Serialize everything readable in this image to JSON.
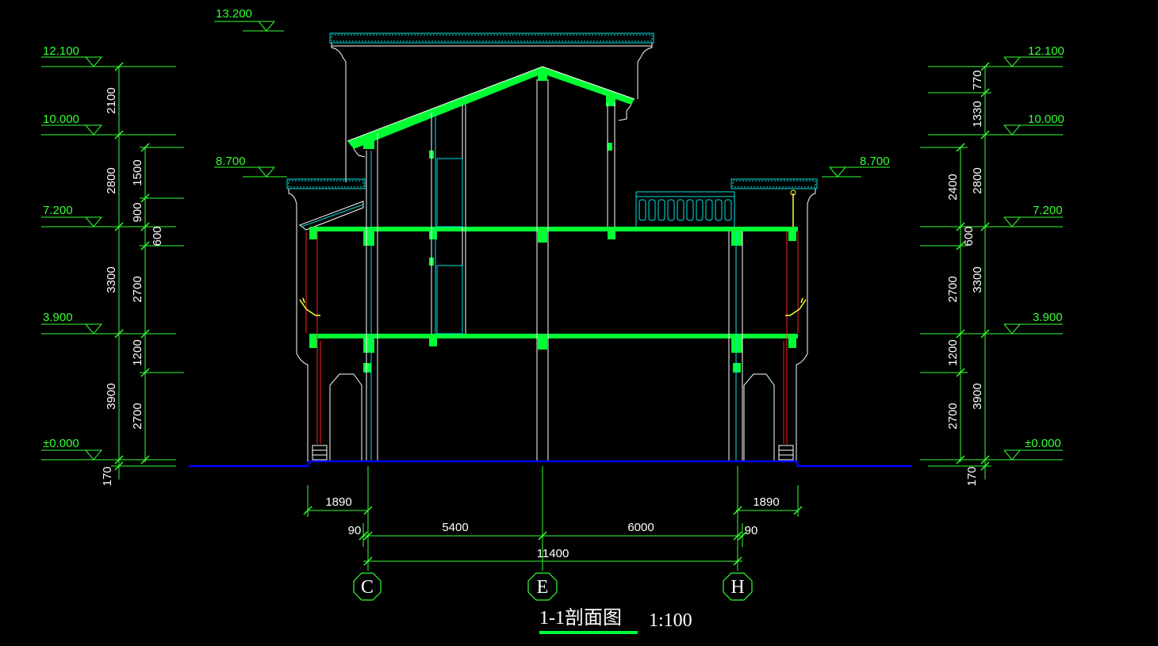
{
  "drawing": {
    "title": "1-1剖面图",
    "scale": "1:100",
    "colors": {
      "background": "#000000",
      "slab": "#00ff33",
      "dim": "#33ff33",
      "outline": "#ffffff",
      "cyan": "#00e5e5",
      "ground": "#0000ff",
      "red": "#ff2020",
      "yellow": "#ffff33"
    }
  },
  "levels": {
    "top": "13.200",
    "left": [
      "12.100",
      "10.000",
      "8.700",
      "7.200",
      "3.900",
      "±0.000"
    ],
    "right": [
      "12.100",
      "10.000",
      "8.700",
      "7.200",
      "3.900",
      "±0.000"
    ]
  },
  "dims": {
    "left_outer": [
      "2100",
      "2800",
      "3300",
      "3900",
      "170"
    ],
    "left_inner": [
      "1500",
      "900",
      "600",
      "2700",
      "1200",
      "2700"
    ],
    "right_outer": [
      "770",
      "1330",
      "2800",
      "3300",
      "3900",
      "170"
    ],
    "right_inner": [
      "2400",
      "600",
      "2700",
      "1200",
      "2700"
    ],
    "horiz_top": [
      "1890",
      "1890"
    ],
    "horiz_mid": [
      "90",
      "5400",
      "6000",
      "90"
    ],
    "horiz_total": "11400"
  },
  "axes": [
    "C",
    "E",
    "H"
  ]
}
